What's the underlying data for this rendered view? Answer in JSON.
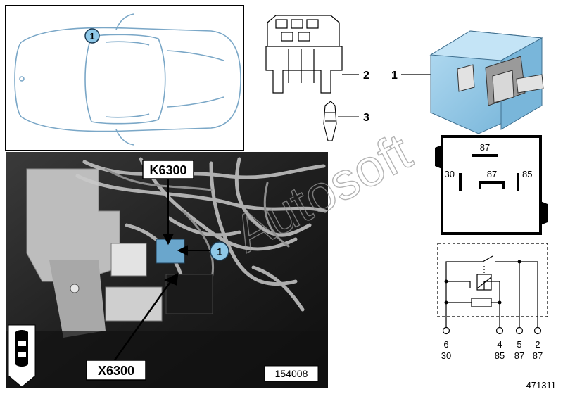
{
  "car_view": {
    "callout": "1"
  },
  "photo": {
    "relay_label": "K6300",
    "connector_label": "X6300",
    "callout": "1",
    "photo_number": "154008"
  },
  "parts": [
    {
      "number": "1",
      "description": "relay"
    },
    {
      "number": "2",
      "description": "relay socket"
    },
    {
      "number": "3",
      "description": "terminal pin"
    }
  ],
  "relay_face": {
    "top_pin": "87",
    "left_pin": "30",
    "center_pin": "87",
    "right_pin": "85",
    "body_color": "#8ec8e8"
  },
  "schematic": {
    "pins": [
      {
        "number": "6",
        "terminal": "30"
      },
      {
        "number": "4",
        "terminal": "85"
      },
      {
        "number": "5",
        "terminal": "87"
      },
      {
        "number": "2",
        "terminal": "87"
      }
    ]
  },
  "watermark": "Autosoft",
  "diagram_id": "471311"
}
